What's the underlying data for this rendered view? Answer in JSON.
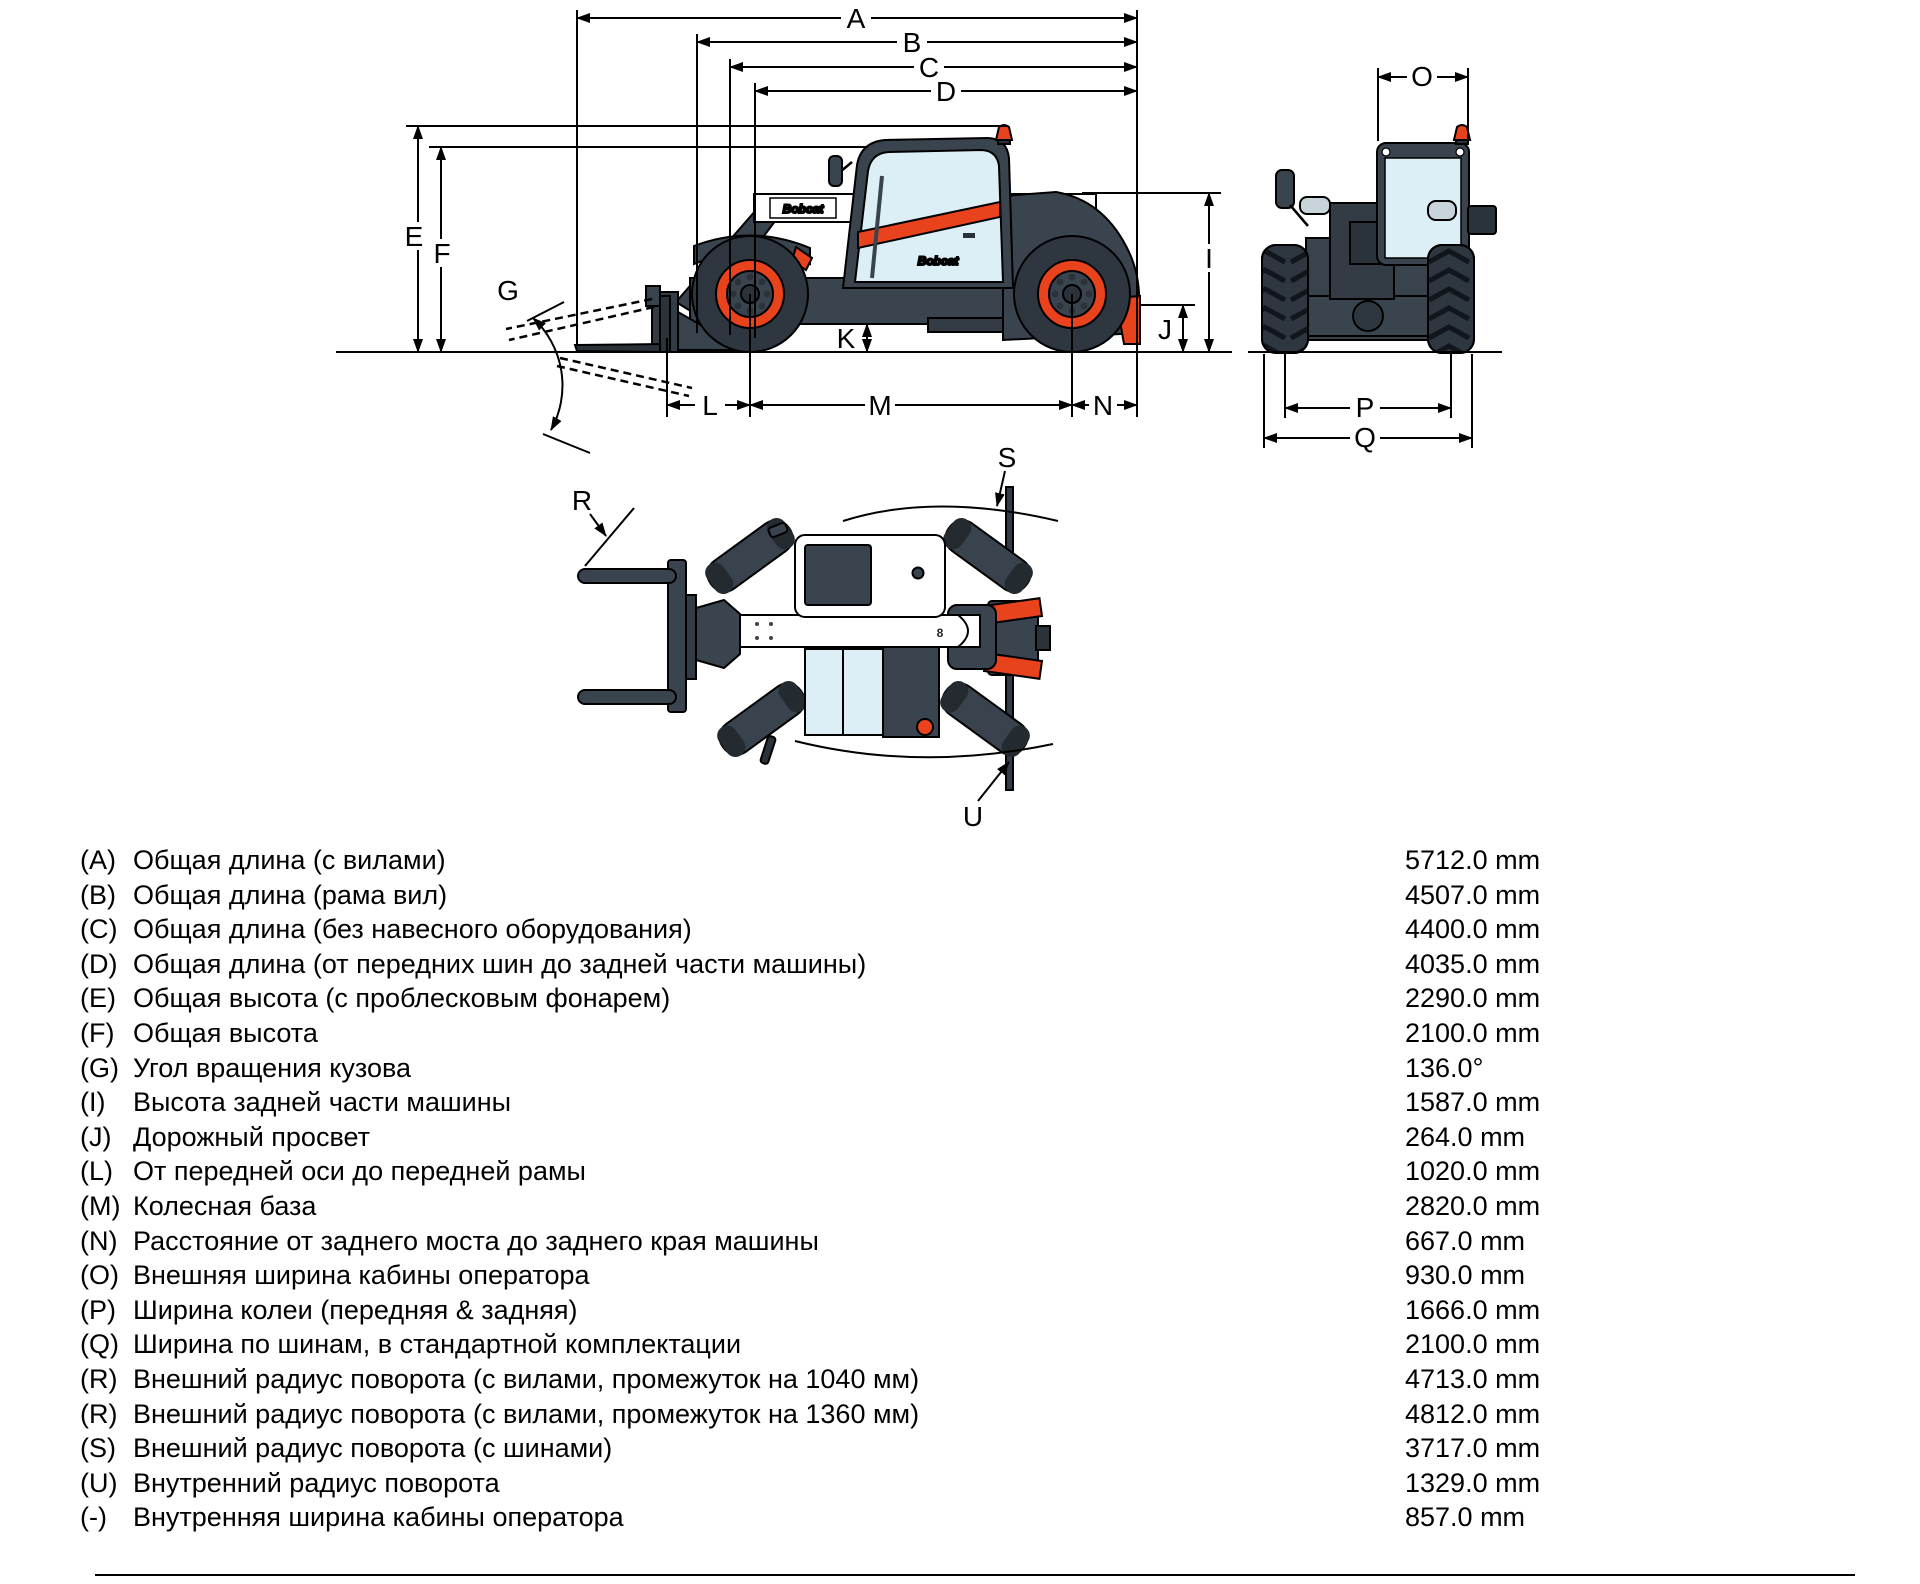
{
  "dims": {
    "A": "A",
    "B": "B",
    "C": "C",
    "D": "D",
    "E": "E",
    "F": "F",
    "G": "G",
    "I": "I",
    "J": "J",
    "K": "K",
    "L": "L",
    "M": "M",
    "N": "N",
    "O": "O",
    "P": "P",
    "Q": "Q",
    "R": "R",
    "S": "S",
    "U": "U"
  },
  "brand": {
    "boom_sticker": "Bobcat",
    "door_logo": "Bobcat"
  },
  "colors": {
    "body": "#3A444E",
    "body2": "#333C45",
    "tire": "#2E3640",
    "tiredk": "#10161C",
    "accent": "#E8431C",
    "glass": "#DDEFF6",
    "line": "#000000",
    "white": "#FFFFFF"
  },
  "specs": {
    "rows": [
      {
        "key": "(A)",
        "label": "Общая длина (с вилами)",
        "value": "5712.0 mm"
      },
      {
        "key": "(B)",
        "label": "Общая длина (рама вил)",
        "value": "4507.0 mm"
      },
      {
        "key": "(C)",
        "label": "Общая длина (без навесного оборудования)",
        "value": "4400.0 mm"
      },
      {
        "key": "(D)",
        "label": "Общая длина (от передних шин до задней части машины)",
        "value": "4035.0 mm"
      },
      {
        "key": "(E)",
        "label": "Общая высота (с проблесковым фонарем)",
        "value": "2290.0 mm"
      },
      {
        "key": "(F)",
        "label": "Общая высота",
        "value": "2100.0 mm"
      },
      {
        "key": "(G)",
        "label": "Угол вращения кузова",
        "value": "136.0°"
      },
      {
        "key": "(I)",
        "label": "Высота задней части машины",
        "value": "1587.0 mm"
      },
      {
        "key": "(J)",
        "label": "Дорожный просвет",
        "value": "264.0 mm"
      },
      {
        "key": "(L)",
        "label": "От передней оси до передней рамы",
        "value": "1020.0 mm"
      },
      {
        "key": "(M)",
        "label": "Колесная база",
        "value": "2820.0 mm"
      },
      {
        "key": "(N)",
        "label": "Расстояние от заднего моста до заднего края машины",
        "value": "667.0 mm"
      },
      {
        "key": "(O)",
        "label": "Внешняя ширина кабины оператора",
        "value": "930.0 mm"
      },
      {
        "key": "(P)",
        "label": "Ширина колеи (передняя & задняя)",
        "value": "1666.0 mm"
      },
      {
        "key": "(Q)",
        "label": "Ширина по шинам, в стандартной комплектации",
        "value": "2100.0 mm"
      },
      {
        "key": "(R)",
        "label": "Внешний радиус поворота (с вилами, промежуток на 1040 мм)",
        "value": "4713.0 mm"
      },
      {
        "key": "(R)",
        "label": "Внешний радиус поворота (с вилами, промежуток на 1360 мм)",
        "value": "4812.0 mm"
      },
      {
        "key": "(S)",
        "label": "Внешний радиус поворота (с шинами)",
        "value": "3717.0 mm"
      },
      {
        "key": "(U)",
        "label": "Внутренний радиус поворота",
        "value": "1329.0 mm"
      },
      {
        "key": "(-)",
        "label": "Внутренняя ширина кабины оператора",
        "value": "857.0 mm"
      }
    ]
  }
}
